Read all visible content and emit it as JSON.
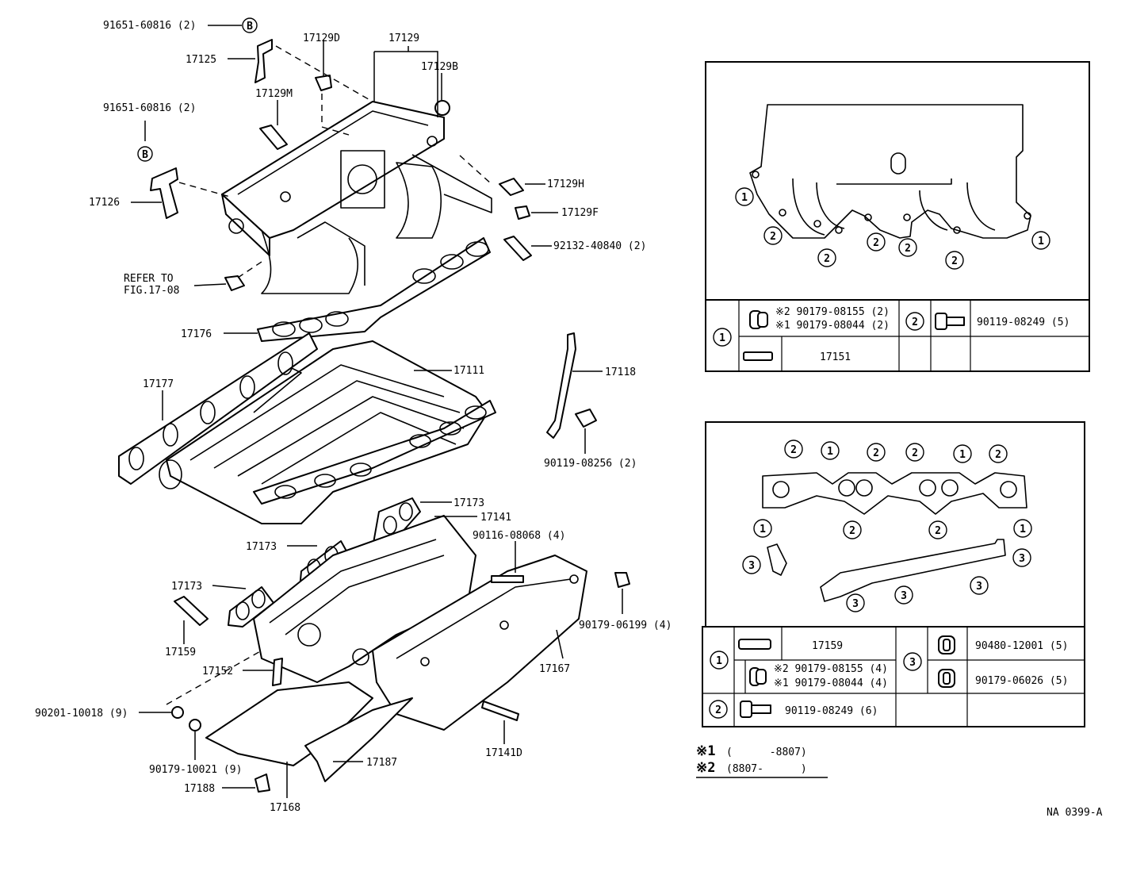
{
  "labels": {
    "l_91651a": "91651-60816 (2)",
    "l_17125": "17125",
    "l_17129d": "17129D",
    "l_17129": "17129",
    "l_17129b": "17129B",
    "l_17129m": "17129M",
    "l_91651b": "91651-60816 (2)",
    "l_17126": "17126",
    "l_17129h": "17129H",
    "l_17129f": "17129F",
    "l_92132": "92132-40840 (2)",
    "l_refer1": "REFER TO",
    "l_refer2": "FIG.17-08",
    "l_17176": "17176",
    "l_17177": "17177",
    "l_17111": "17111",
    "l_17118": "17118",
    "l_90119_256": "90119-08256 (2)",
    "l_17173a": "17173",
    "l_17141": "17141",
    "l_17173b": "17173",
    "l_90116": "90116-08068 (4)",
    "l_17173c": "17173",
    "l_17159": "17159",
    "l_90179_199": "90179-06199 (4)",
    "l_17152": "17152",
    "l_17167": "17167",
    "l_90201": "90201-10018 (9)",
    "l_90179_021": "90179-10021 (9)",
    "l_17141d": "17141D",
    "l_17187": "17187",
    "l_17188": "17188",
    "l_17168": "17168",
    "badge_b": "B",
    "footer_code": "NA 0399-A"
  },
  "callouts": {
    "one": "1",
    "two": "2",
    "three": "3"
  },
  "table1": {
    "row1_a": "※2 90179-08155 (2)",
    "row1_b": "※1 90179-08044 (2)",
    "row1_right": "90119-08249 (5)",
    "row2": "17151"
  },
  "table2": {
    "r1_left": "17159",
    "r2_a": "※2 90179-08155 (4)",
    "r2_b": "※1 90179-08044 (4)",
    "r3_left": "90119-08249 (6)",
    "r1_right": "90480-12001 (5)",
    "r2_right": "90179-06026 (5)"
  },
  "notes": {
    "n1_mark": "※1",
    "n1_text": "(      -8807)",
    "n2_mark": "※2",
    "n2_text": "(8807-      )"
  }
}
